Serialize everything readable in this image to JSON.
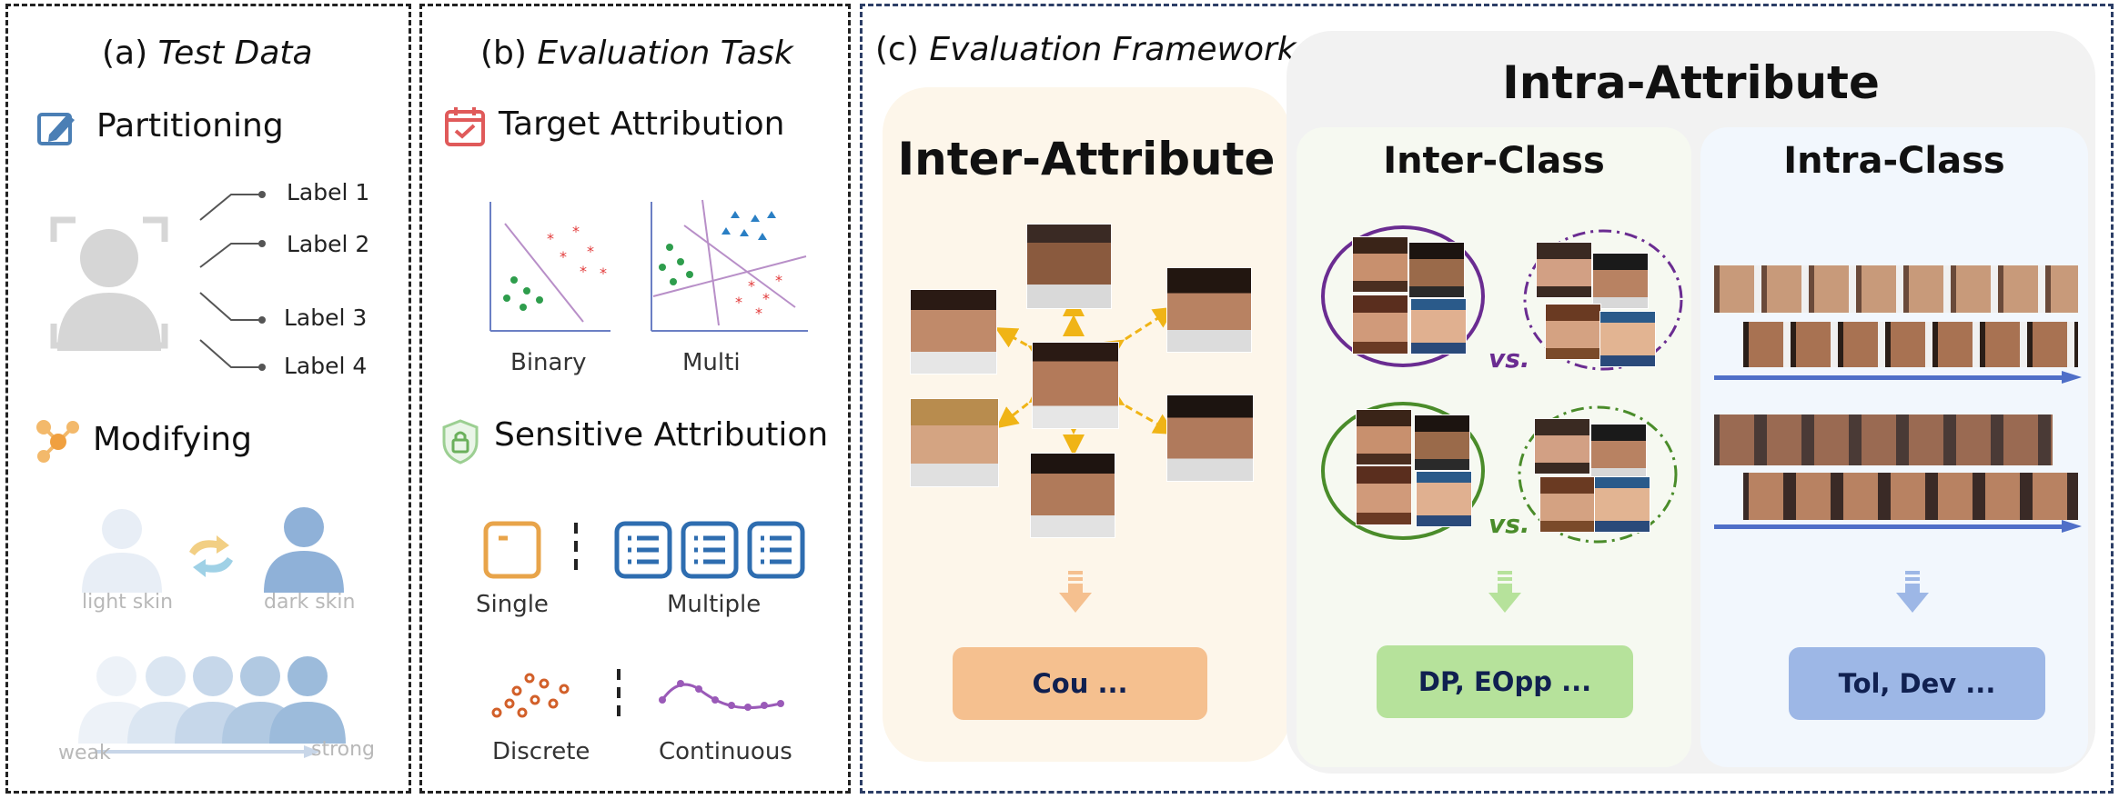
{
  "panel_a": {
    "title_prefix": "(a)",
    "title_italic": "Test Data",
    "partitioning": "Partitioning",
    "labels": [
      "Label 1",
      "Label 2",
      "Label 3",
      "Label 4"
    ],
    "modifying": "Modifying",
    "light_skin": "light skin",
    "dark_skin": "dark skin",
    "weak": "weak",
    "strong": "strong"
  },
  "panel_b": {
    "title_prefix": "(b)",
    "title_italic": "Evaluation Task",
    "target_attribution": "Target Attribution",
    "binary": "Binary",
    "multi": "Multi",
    "sensitive_attribution": "Sensitive Attribution",
    "single": "Single",
    "multiple": "Multiple",
    "discrete": "Discrete",
    "continuous": "Continuous"
  },
  "panel_c": {
    "title_prefix": "(c)",
    "title_italic": "Evaluation Framework",
    "intra_attribute": "Intra-Attribute",
    "inter_attribute": "Inter-Attribute",
    "inter_class": "Inter-Class",
    "intra_class": "Intra-Class",
    "vs": "vs.",
    "metric_inter_attribute": "Cou ...",
    "metric_inter_class": "DP, EOpp ...",
    "metric_intra_class": "Tol, Dev ..."
  },
  "colors": {
    "border_dark": "#222222",
    "border_blue": "#2c3e66",
    "inter_attr_bg": "#fdf6ea",
    "intra_attr_bg": "#f2f2f2",
    "inter_class_bg": "#f6f9f1",
    "intra_class_bg": "#f2f7fd",
    "metric_orange": "#f5c08f",
    "metric_green": "#b6e29b",
    "metric_blue": "#9db7e6",
    "purple": "#6a2c91",
    "green": "#4a8c2a",
    "arrow_yellow": "#f0b416",
    "icon_blue": "#4b7fb5",
    "icon_orange": "#e8a44a",
    "icon_red": "#e05a5a"
  }
}
